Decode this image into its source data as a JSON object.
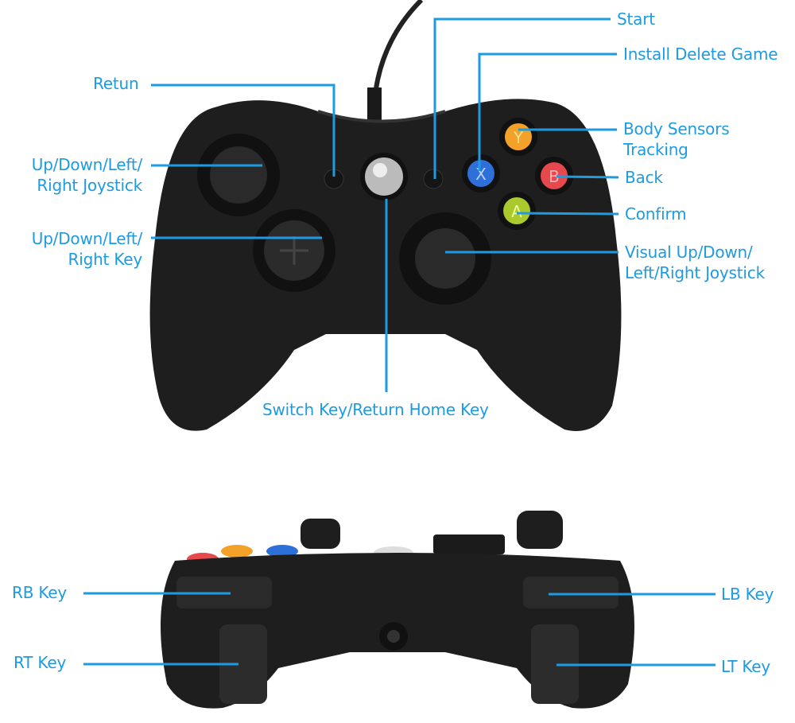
{
  "accent_color": "#1d9be2",
  "top_labels": {
    "start": "Start",
    "install_delete_game": "Install Delete Game",
    "retun": "Retun",
    "body_sensors_1": "Body Sensors",
    "body_sensors_2": "Tracking",
    "back": "Back",
    "confirm": "Confirm",
    "visual_joystick_1": "Visual Up/Down/",
    "visual_joystick_2": "Left/Right Joystick",
    "joystick_1": "Up/Down/Left/",
    "joystick_2": "Right Joystick",
    "key_1": "Up/Down/Left/",
    "key_2": "Right Key",
    "switch_key": "Switch Key/Return Home Key"
  },
  "bottom_labels": {
    "rb": "RB Key",
    "rt": "RT Key",
    "lb": "LB Key",
    "lt": "LT Key"
  },
  "face_buttons": {
    "y": "Y",
    "x": "X",
    "b": "B",
    "a": "A"
  },
  "button_colors": {
    "y": "#f4a12a",
    "x": "#2f6fd8",
    "b": "#e5484d",
    "a": "#a9c92d"
  }
}
